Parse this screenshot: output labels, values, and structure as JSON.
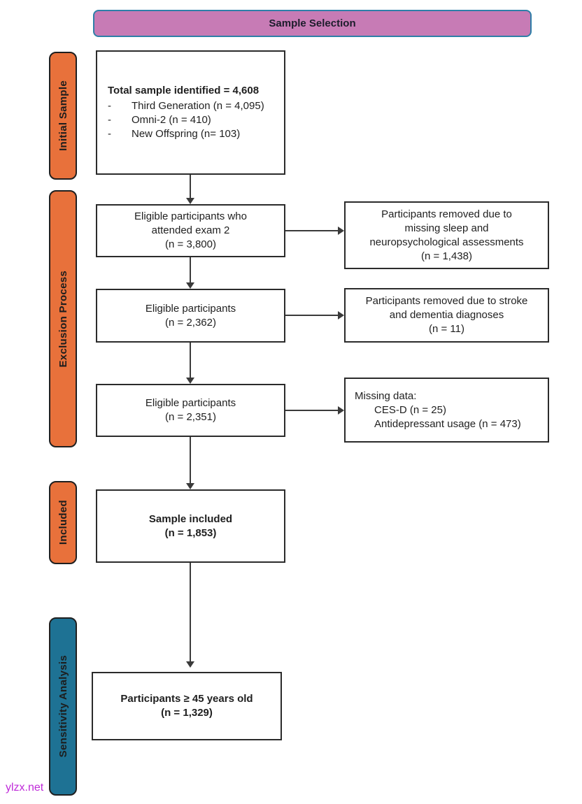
{
  "title": "Sample Selection",
  "watermark": "ylzx.net",
  "colors": {
    "orange": "#E8713B",
    "blue": "#1E7294",
    "pink": "#C77BB5",
    "pink_border": "#2E7FA8",
    "arrow": "#3a3a3a",
    "watermark": "#BF2BD9"
  },
  "side_labels": {
    "initial_sample": "Initial Sample",
    "exclusion_process": "Exclusion Process",
    "included": "Included",
    "sensitivity_analysis": "Sensitivity Analysis"
  },
  "flow": {
    "box1": {
      "heading": "Total sample identified = 4,608",
      "items": [
        {
          "bullet": "-",
          "text": "Third Generation (n = 4,095)"
        },
        {
          "bullet": "-",
          "text": "Omni-2 (n = 410)"
        },
        {
          "bullet": "-",
          "text": "New Offspring (n= 103)"
        }
      ]
    },
    "box2": {
      "lines": [
        "Eligible participants who",
        "attended exam 2",
        "(n = 3,800)"
      ]
    },
    "box3": {
      "lines": [
        "Eligible participants",
        "(n = 2,362)"
      ]
    },
    "box4": {
      "lines": [
        "Eligible participants",
        "(n = 2,351)"
      ]
    },
    "box5": {
      "lines": [
        "Sample included",
        "(n = 1,853)"
      ]
    },
    "box6": {
      "lines": [
        "Participants ≥ 45 years old",
        "(n = 1,329)"
      ]
    }
  },
  "exclusions": {
    "rbox1": {
      "lines": [
        "Participants removed due to",
        "missing sleep and",
        "neuropsychological assessments",
        "(n = 1,438)"
      ]
    },
    "rbox2": {
      "lines": [
        "Participants removed due to stroke",
        "and dementia diagnoses",
        "(n = 11)"
      ]
    },
    "rbox3": {
      "heading": "Missing data:",
      "items": [
        "CES-D (n = 25)",
        "Antidepressant usage (n = 473)"
      ]
    }
  }
}
